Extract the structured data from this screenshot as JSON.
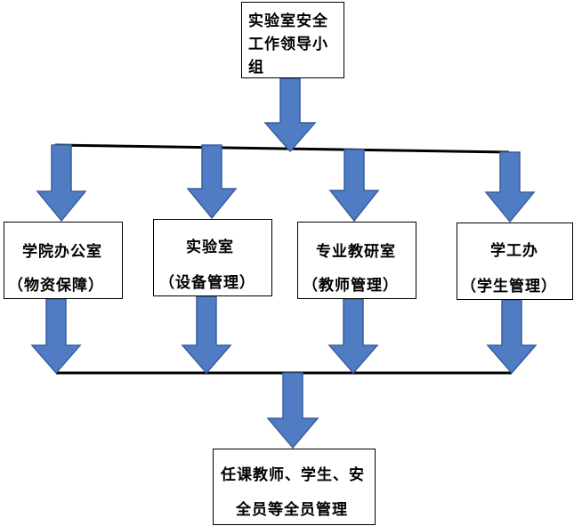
{
  "top": {
    "line1": "实验室安全",
    "line2": "工作领导小",
    "line3": "组"
  },
  "departments": [
    {
      "name": "学院办公室",
      "sub": "（物资保障）"
    },
    {
      "name": "实验室",
      "sub": "（设备管理）"
    },
    {
      "name": "专业教研室",
      "sub": "（教师管理）"
    },
    {
      "name": "学工办",
      "sub": "（学生管理）"
    }
  ],
  "bottom": {
    "line1": "任课教师、学生、安",
    "line2": "全员等全员管理"
  },
  "colors": {
    "arrow_fill": "#4f7cc3",
    "arrow_stroke": "#3a5f9c",
    "line": "#000000",
    "box_border": "#000000"
  }
}
